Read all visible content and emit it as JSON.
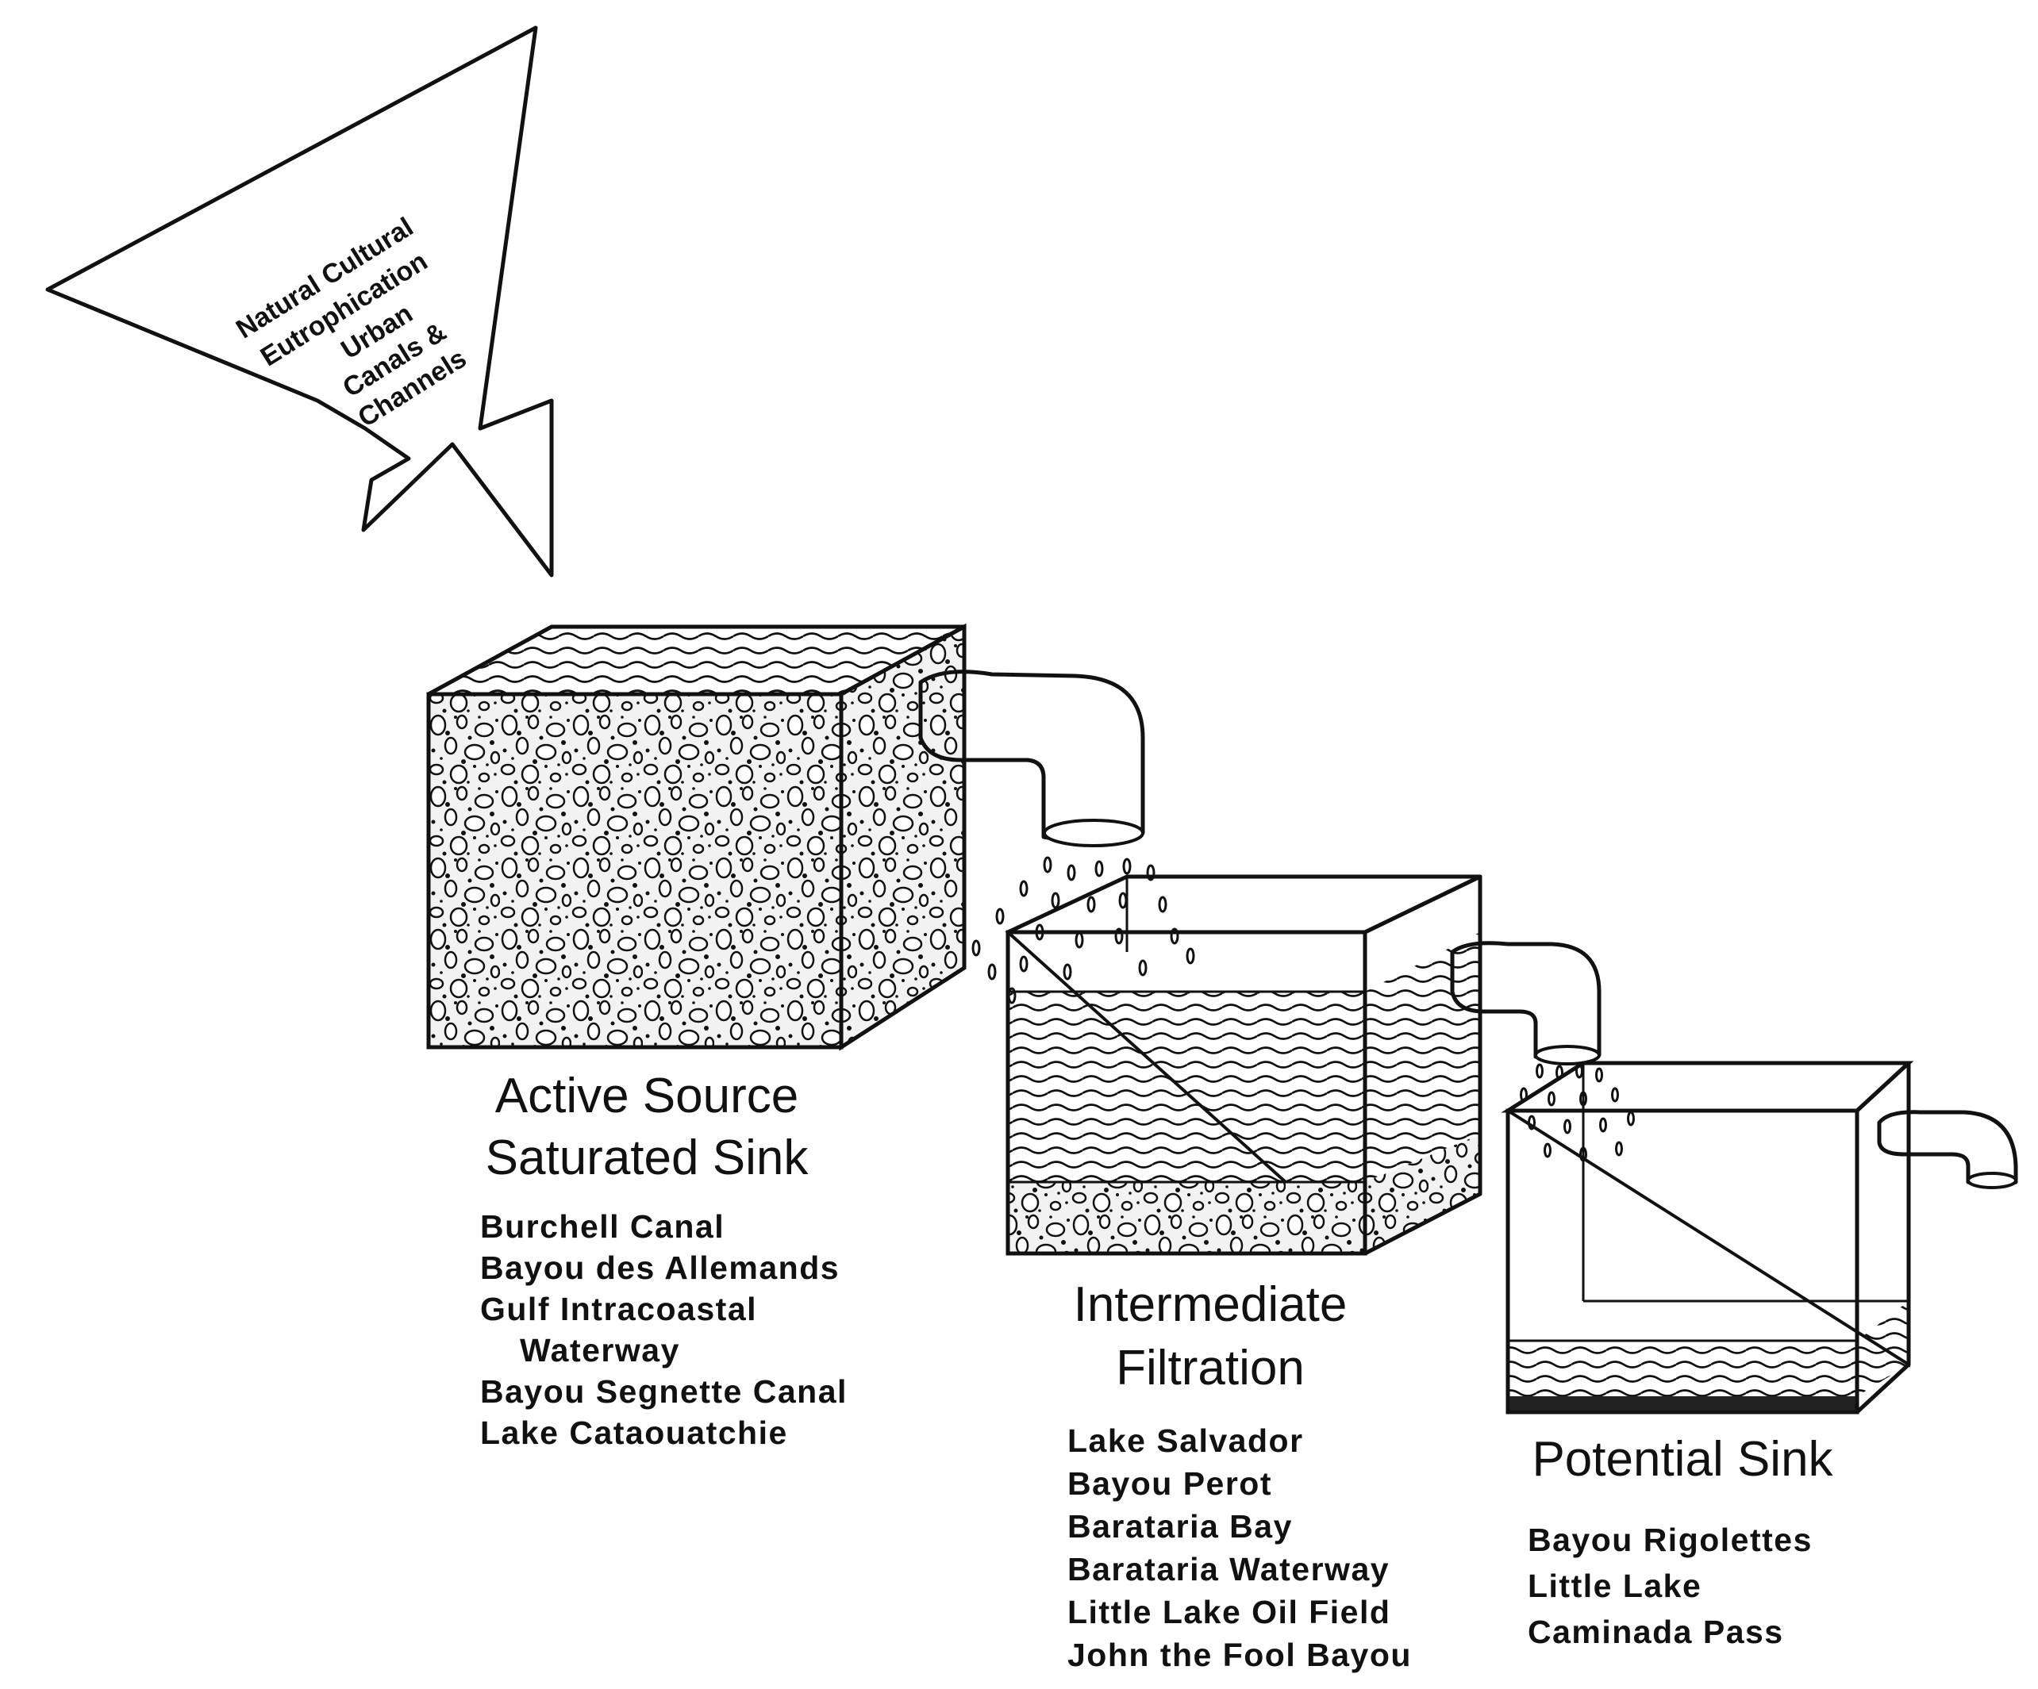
{
  "arrow": {
    "lines": [
      "Natural Cultural",
      "Eutrophication",
      "Urban",
      "Canals &",
      "Channels"
    ]
  },
  "stages": [
    {
      "title_lines": [
        "Active Source",
        "Saturated Sink"
      ],
      "sites": [
        "Burchell Canal",
        "Bayou des Allemands",
        "Gulf Intracoastal",
        "Waterway",
        "Bayou Segnette Canal",
        "Lake Cataouatchie"
      ]
    },
    {
      "title_lines": [
        "Intermediate",
        "Filtration"
      ],
      "sites": [
        "Lake Salvador",
        "Bayou Perot",
        "Barataria Bay",
        "Barataria Waterway",
        "Little Lake Oil Field",
        "John the Fool Bayou"
      ]
    },
    {
      "title_lines": [
        "Potential Sink"
      ],
      "sites": [
        "Bayou Rigolettes",
        "Little Lake",
        "Caminada Pass"
      ]
    }
  ],
  "icons": {
    "source_arrow": "curved-arrow-icon",
    "pipe": "elbow-pipe-icon",
    "water": "wave-pattern",
    "sediment": "pebble-pattern"
  }
}
